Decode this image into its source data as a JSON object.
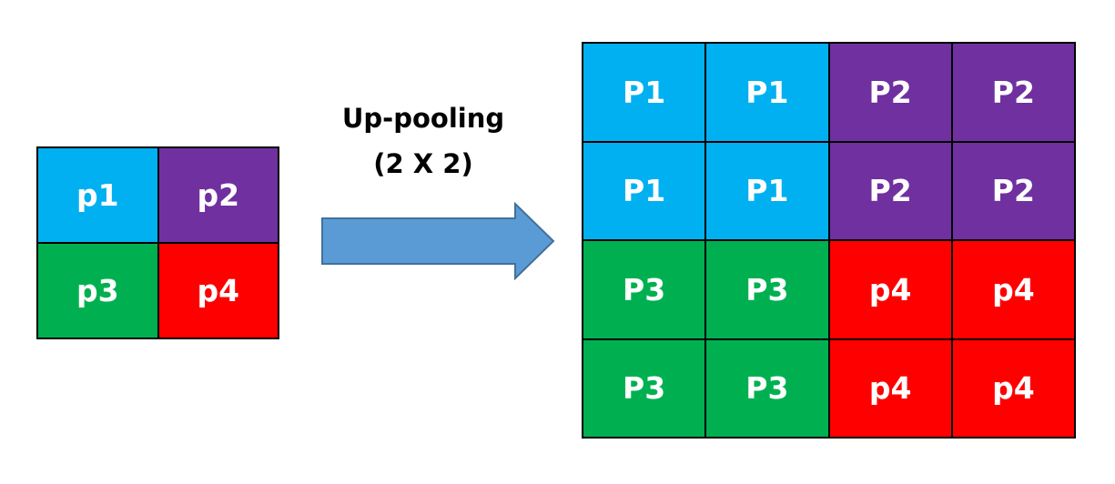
{
  "colors": {
    "blue": "#00b0f0",
    "purple": "#7030a0",
    "green": "#00b050",
    "red": "#ff0000",
    "arrow_fill": "#5b9bd5",
    "arrow_stroke": "#41719c"
  },
  "operation": {
    "title": "Up-pooling",
    "size": "(2 X 2)",
    "arrow_icon": "right-arrow-icon"
  },
  "input_grid": {
    "rows": 2,
    "cols": 2,
    "cells": [
      {
        "label": "p1",
        "color": "blue"
      },
      {
        "label": "p2",
        "color": "purple"
      },
      {
        "label": "p3",
        "color": "green"
      },
      {
        "label": "p4",
        "color": "red"
      }
    ]
  },
  "output_grid": {
    "rows": 4,
    "cols": 4,
    "cells": [
      {
        "label": "P1",
        "color": "blue"
      },
      {
        "label": "P1",
        "color": "blue"
      },
      {
        "label": "P2",
        "color": "purple"
      },
      {
        "label": "P2",
        "color": "purple"
      },
      {
        "label": "P1",
        "color": "blue"
      },
      {
        "label": "P1",
        "color": "blue"
      },
      {
        "label": "P2",
        "color": "purple"
      },
      {
        "label": "P2",
        "color": "purple"
      },
      {
        "label": "P3",
        "color": "green"
      },
      {
        "label": "P3",
        "color": "green"
      },
      {
        "label": "p4",
        "color": "red"
      },
      {
        "label": "p4",
        "color": "red"
      },
      {
        "label": "P3",
        "color": "green"
      },
      {
        "label": "P3",
        "color": "green"
      },
      {
        "label": "p4",
        "color": "red"
      },
      {
        "label": "p4",
        "color": "red"
      }
    ]
  }
}
